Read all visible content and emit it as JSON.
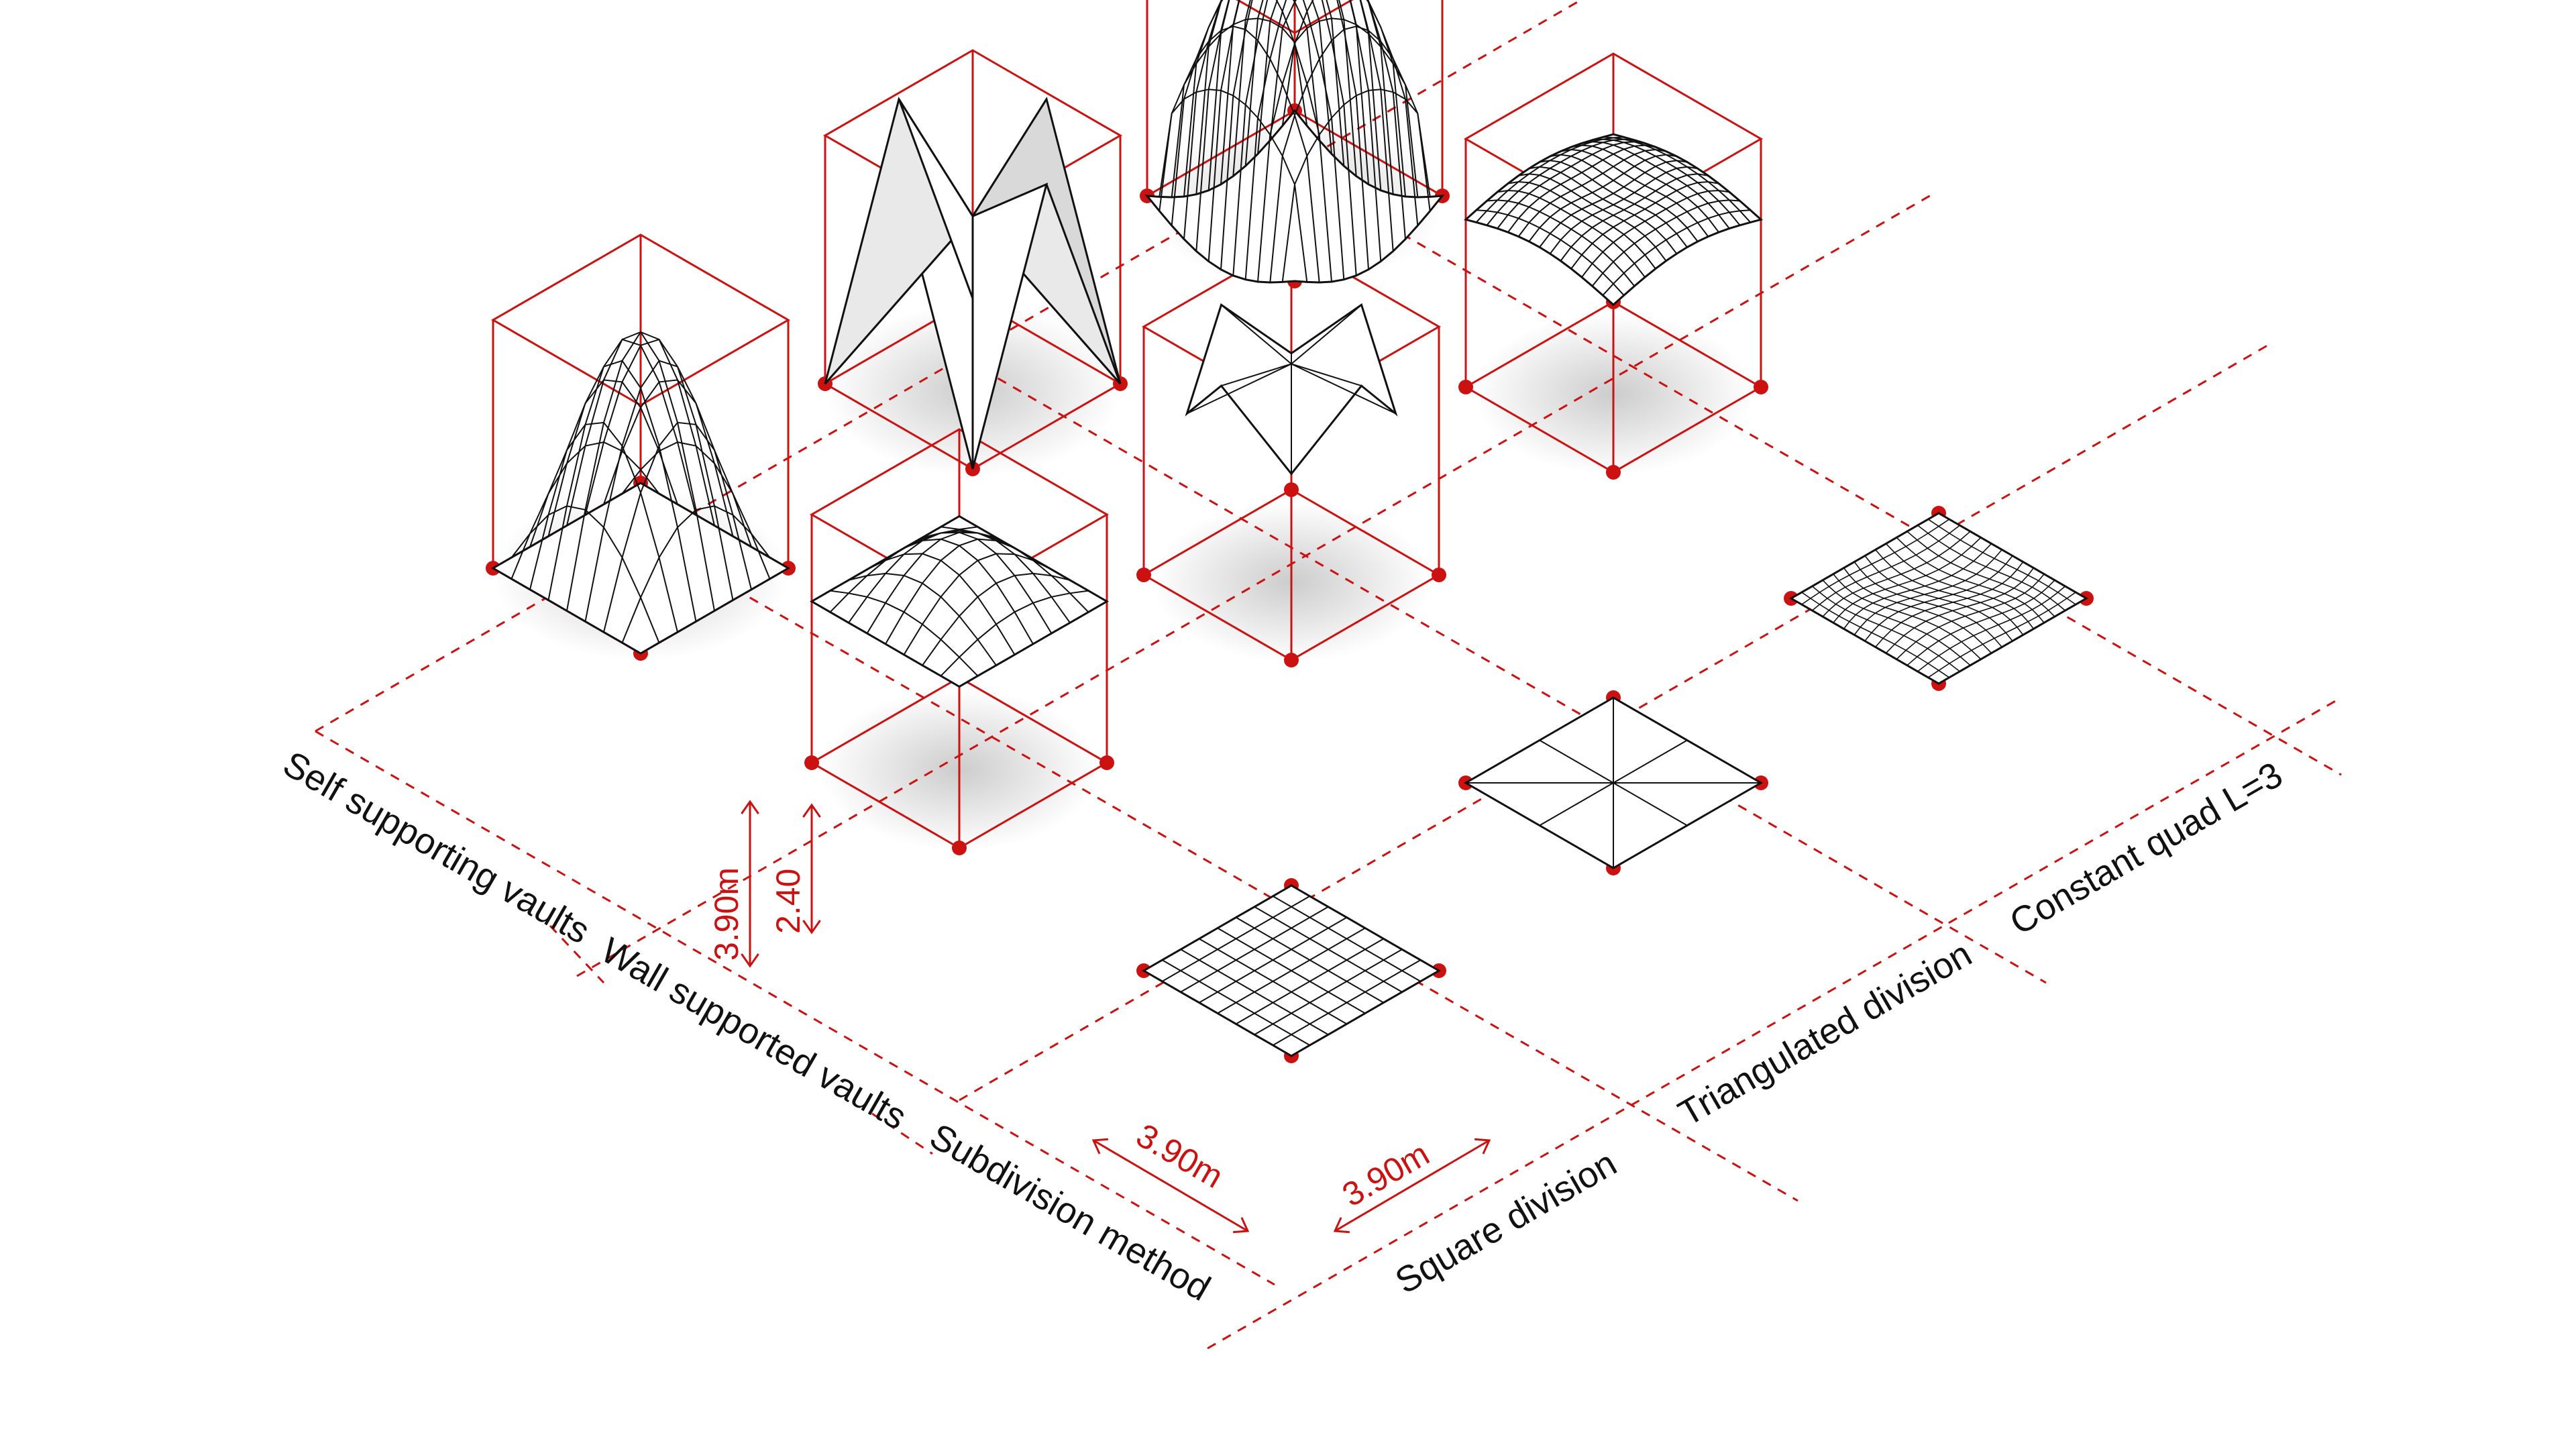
{
  "colors": {
    "accent": "#cc1111",
    "line": "#111111",
    "surface": "#ffffff",
    "shade": "#9a9a9a",
    "background": "#ffffff"
  },
  "labels": {
    "row_self": "Self supporting vaults",
    "row_wall": "Wall supported vaults",
    "row_method": "Subdivision method",
    "col_square": "Square division",
    "col_triangulated": "Triangulated division",
    "col_constant": "Constant quad L=3"
  },
  "dimensions": {
    "height_total": "3.90m",
    "height_wall": "2.40",
    "side_left": "3.90m",
    "side_right": "3.90m"
  }
}
